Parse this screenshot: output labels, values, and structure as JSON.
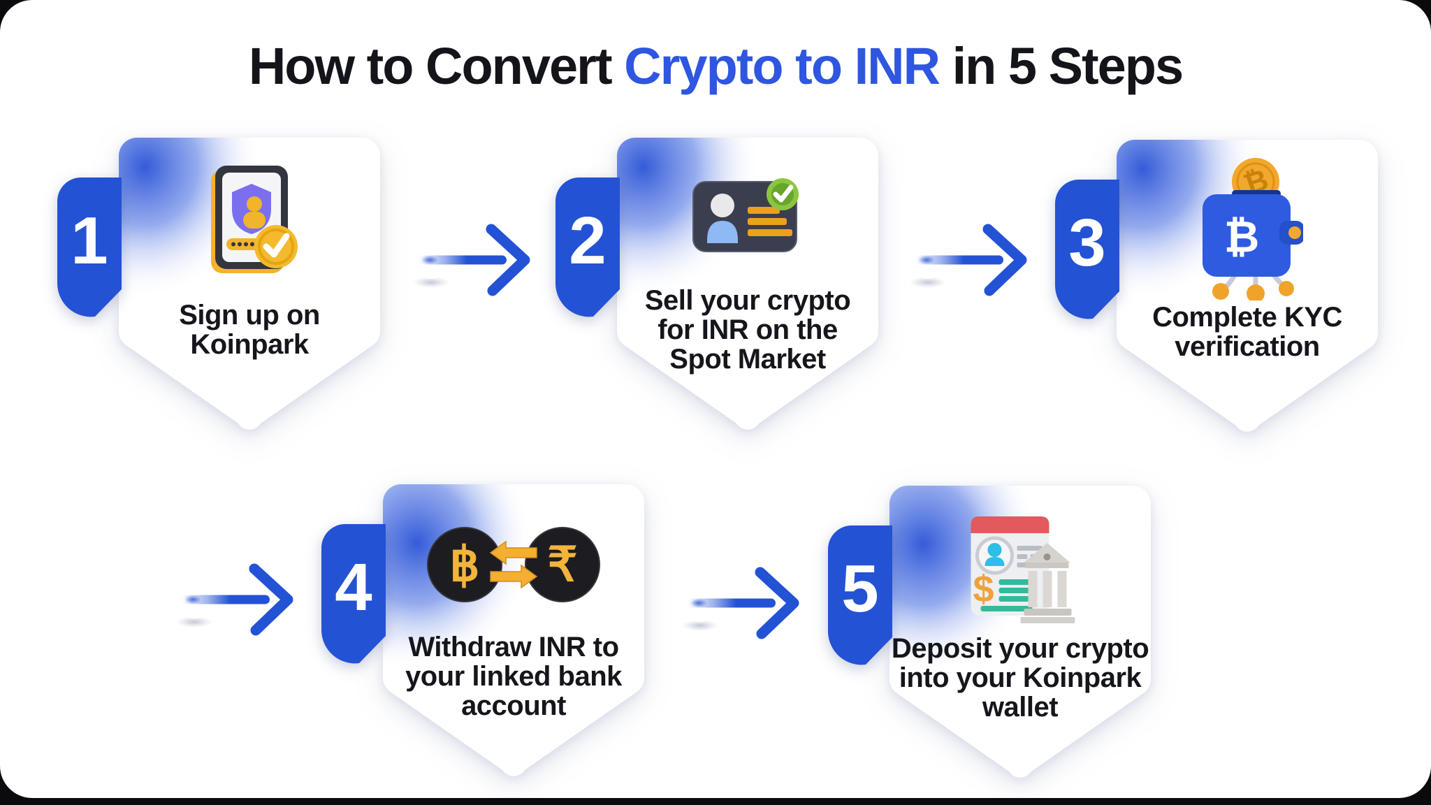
{
  "title": {
    "prefix": "How to Convert ",
    "highlight": "Crypto to INR",
    "suffix": " in 5 Steps"
  },
  "colors": {
    "primary_blue": "#2452D4",
    "title_highlight_blue": "#2E56E0",
    "text_dark": "#15161B",
    "card_beam_blue": "#2A53D6",
    "gold": "#F2B42C",
    "green_check": "#8CC63F",
    "card_bg": "#FFFFFF",
    "page_corner_bg": "#0B0B0D"
  },
  "steps": [
    {
      "number": "1",
      "icon": "signup-verification-icon",
      "label": "Sign up on Koinpark",
      "lines": [
        "Sign up on",
        "Koinpark"
      ]
    },
    {
      "number": "2",
      "icon": "id-card-approved-icon",
      "label": "Sell your crypto for INR on the Spot Market",
      "lines": [
        "Sell your crypto",
        "for INR on the",
        "Spot Market"
      ]
    },
    {
      "number": "3",
      "icon": "bitcoin-wallet-icon",
      "label": "Complete KYC verification",
      "lines": [
        "Complete KYC",
        "verification"
      ]
    },
    {
      "number": "4",
      "icon": "btc-inr-exchange-icon",
      "label": "Withdraw INR to your linked bank account",
      "lines": [
        "Withdraw INR to",
        "your linked bank",
        "account"
      ]
    },
    {
      "number": "5",
      "icon": "statement-bank-deposit-icon",
      "label": "Deposit your crypto into your Koinpark wallet",
      "lines": [
        "Deposit your crypto",
        "into your Koinpark",
        "wallet"
      ]
    }
  ]
}
